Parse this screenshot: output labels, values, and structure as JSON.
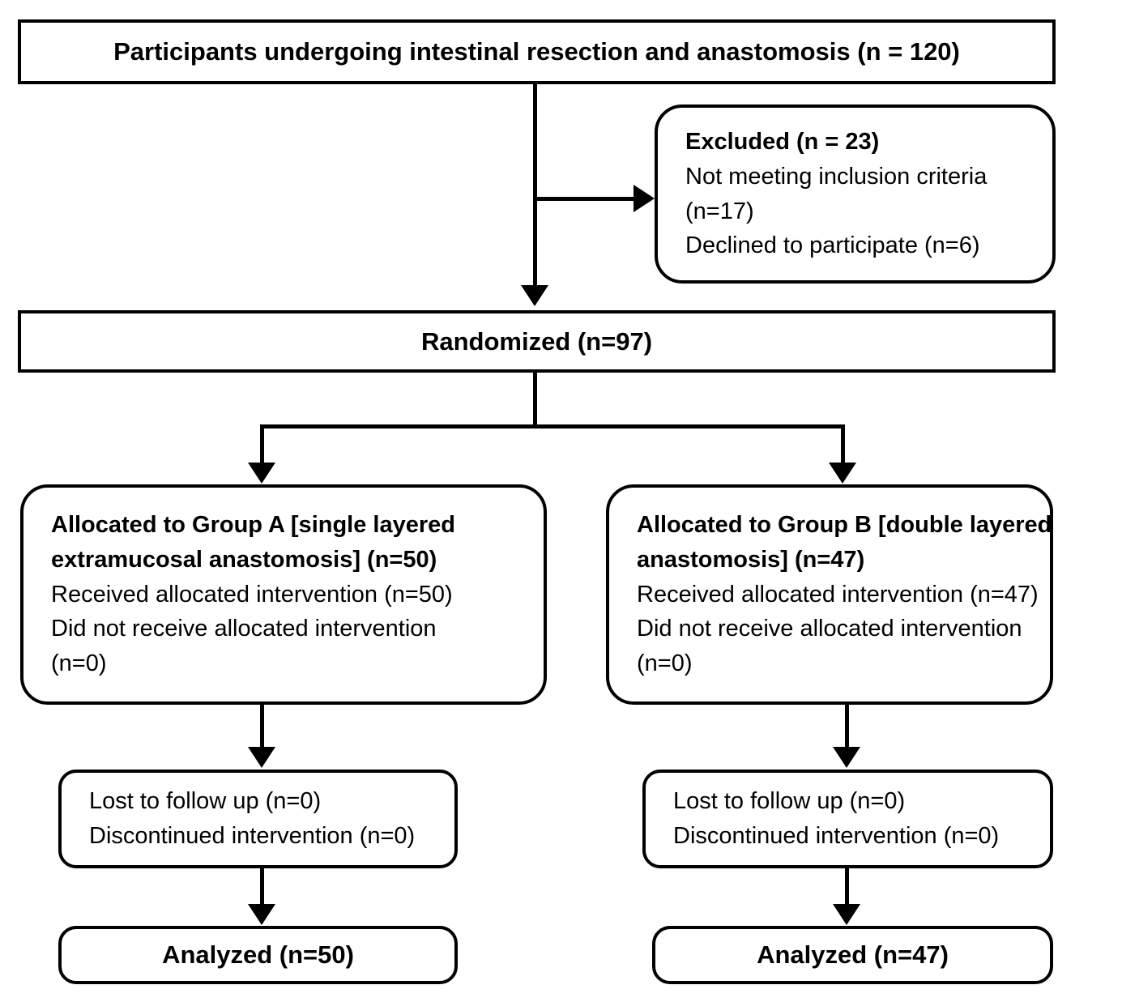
{
  "diagram": {
    "type": "consort-flow-diagram",
    "title": "CONSORT participant flow"
  },
  "enrollment": {
    "label": "Participants undergoing intestinal resection and anastomosis (n = 120)",
    "n": 120
  },
  "excluded": {
    "heading": "Excluded (n = 23)",
    "n": 23,
    "reasons": [
      {
        "text": "Not meeting inclusion criteria (n=17)",
        "n": 17
      },
      {
        "text": "Declined to participate (n=6)",
        "n": 6
      }
    ],
    "line1": "Not meeting inclusion criteria",
    "line2": "(n=17)",
    "line3": "Declined to participate (n=6)"
  },
  "randomized": {
    "label": "Randomized (n=97)",
    "n": 97
  },
  "arms": [
    {
      "id": "group-a",
      "allocation": {
        "heading_line1": "Allocated to Group A [single layered",
        "heading_line2": "extramucosal anastomosis] (n=50)",
        "heading": "Allocated to Group A [single layered extramucosal anastomosis] (n=50)",
        "n": 50,
        "received": "Received allocated intervention (n=50)",
        "received_n": 50,
        "not_received_line1": "Did not receive allocated intervention",
        "not_received_line2": "(n=0)",
        "not_received": "Did not receive allocated intervention (n=0)",
        "not_received_n": 0
      },
      "followup": {
        "lost": "Lost to follow up (n=0)",
        "lost_n": 0,
        "discontinued": "Discontinued intervention (n=0)",
        "discontinued_n": 0
      },
      "analysis": {
        "label": "Analyzed (n=50)",
        "n": 50
      }
    },
    {
      "id": "group-b",
      "allocation": {
        "heading_line1": "Allocated to Group B [double layered",
        "heading_line2": "anastomosis] (n=47)",
        "heading": "Allocated to Group B [double layered anastomosis] (n=47)",
        "n": 47,
        "received": "Received allocated intervention (n=47)",
        "received_n": 47,
        "not_received_line1": "Did not receive allocated intervention",
        "not_received_line2": "(n=0)",
        "not_received": "Did not receive allocated intervention (n=0)",
        "not_received_n": 0
      },
      "followup": {
        "lost": "Lost to follow up (n=0)",
        "lost_n": 0,
        "discontinued": "Discontinued intervention (n=0)",
        "discontinued_n": 0
      },
      "analysis": {
        "label": "Analyzed (n=47)",
        "n": 47
      }
    }
  ],
  "colors": {
    "stroke": "#000000",
    "fill": "#ffffff",
    "text": "#000000"
  }
}
